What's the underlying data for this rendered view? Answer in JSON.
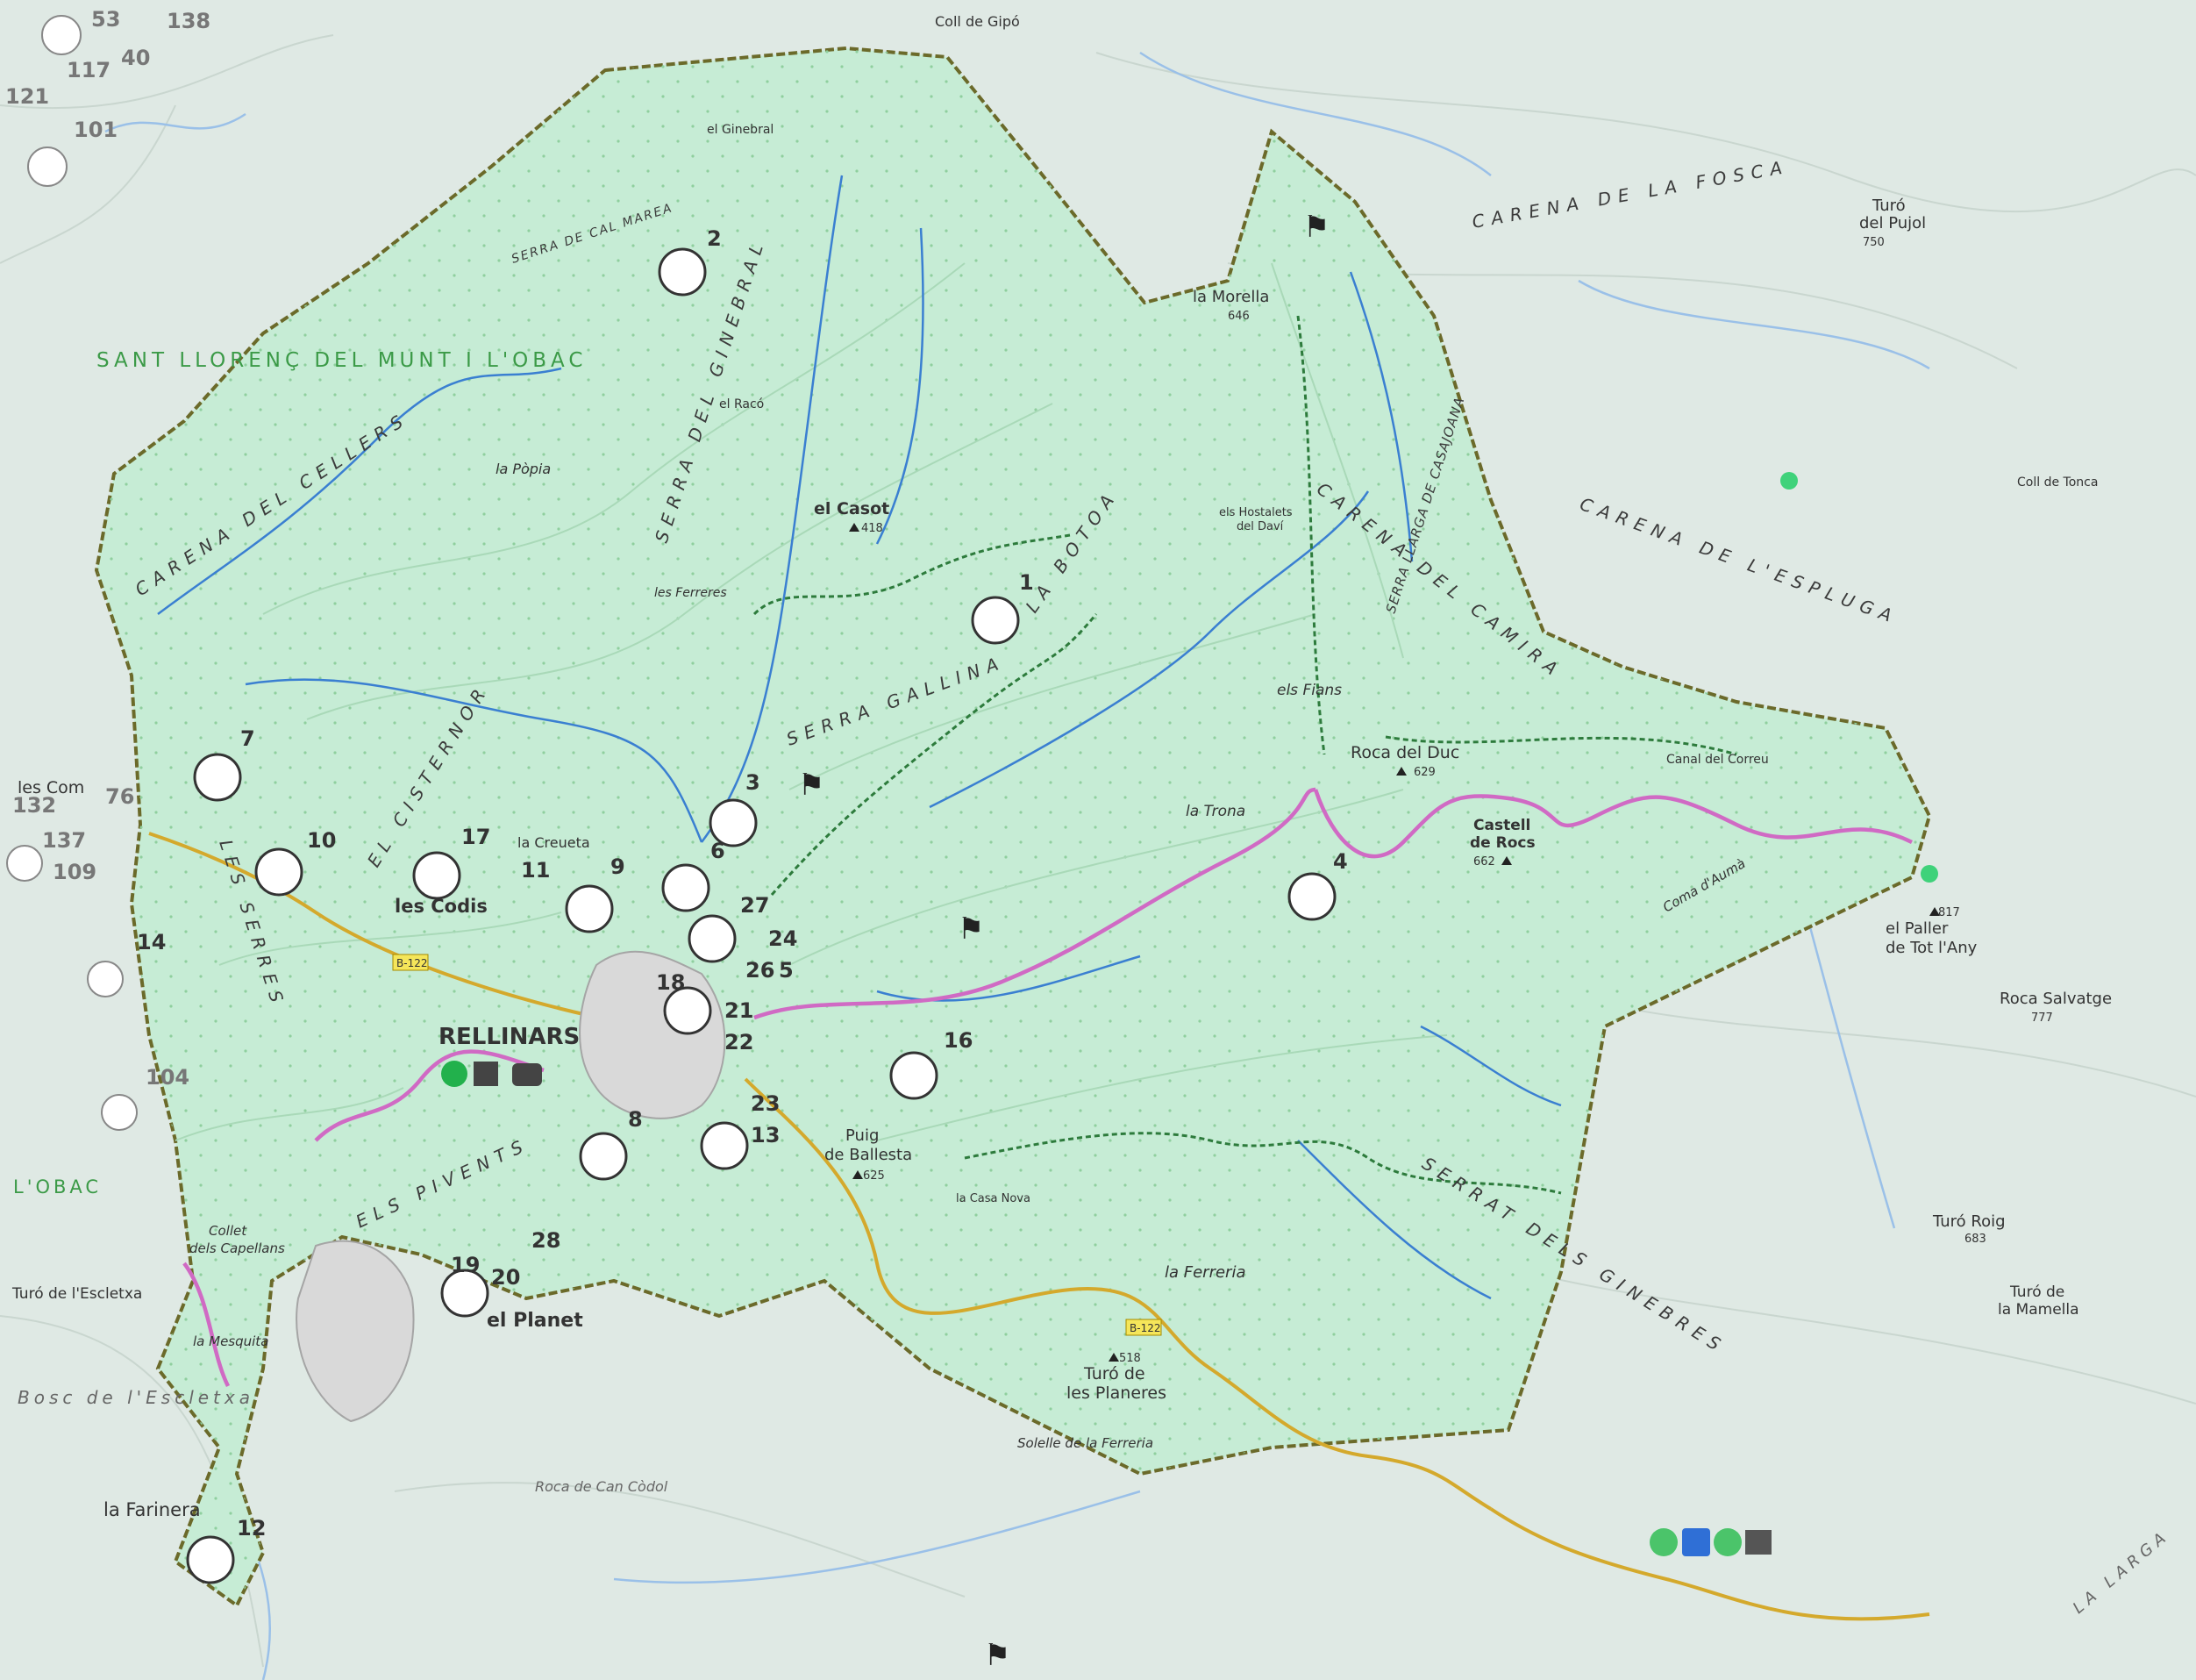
{
  "map": {
    "region_label": "SANT LLORENÇ DEL MUNT I L'OBAC",
    "obac_label": "L'OBAC",
    "town": "RELLINARS",
    "places": {
      "planet": "el Planet",
      "codis": "les Codis",
      "farinera": "la Farinera",
      "casot": "el Casot",
      "casot_elev": "418",
      "morella": "la Morella",
      "morella_elev": "646",
      "roca_duc": "Roca del Duc",
      "roca_duc_elev": "629",
      "castell_1": "Castell",
      "castell_2": "de Rocs",
      "castell_elev": "662",
      "puig_1": "Puig",
      "puig_2": "de Ballesta",
      "puig_elev": "625",
      "turo_1": "Turó de",
      "turo_2": "les Planeres",
      "turo_elev": "518",
      "paller_1": "el Paller",
      "paller_2": "de Tot l'Any",
      "paller_elev": "817",
      "pujol_1": "Turó",
      "pujol_2": "del Pujol",
      "pujol_elev": "750",
      "salvatge": "Roca Salvatge",
      "salvatge_elev": "777",
      "turo_roig": "Turó Roig",
      "turo_roig_elev": "683",
      "mamella_1": "Turó de",
      "mamella_2": "la Mamella",
      "crevta": "la Creueta",
      "ferrerio": "la Ferreria",
      "trona": "la Trona",
      "fians": "els Fians",
      "ferreres": "les Ferreres",
      "capellans_1": "Collet",
      "capellans_2": "dels Capellans",
      "mesquita": "la Mesquita",
      "coll_gipo": "Coll de Gipó",
      "coll_tonca": "Coll de Tonca",
      "canal_correu": "Canal del Correu",
      "casanova": "la Casa Nova",
      "escletxa": "Turó de l'Escletxa",
      "comes": "les Com",
      "ginebral": "el Ginebral",
      "raco": "el Racó",
      "popia": "la Pòpia",
      "hostalets_1": "els Hostalets",
      "hostalets_2": "del Daví",
      "comalt": "Coma d'Aumà",
      "roca_codol": "Roca de Can Còdol",
      "solelle": "Solelle de la Ferreria"
    },
    "ridges": {
      "ginebral": "SERRA DEL GINEBRAL",
      "carena_cellers": "CARENA DEL CELLERS",
      "gallina": "SERRA GALLINA",
      "botoa": "LA BOTOA",
      "cisternor": "EL CISTERNOR",
      "serres": "LES SERRES",
      "pivents": "ELS PIVENTS",
      "carena_camira": "CARENA DEL CAMIRA",
      "serrat": "SERRAT DELS GINEBRES",
      "carena_fosca": "CARENA DE LA FOSCA",
      "carena_espluga": "CARENA DE L'ESPLUGA",
      "casajoana": "SERRA LLARGA DE CASAJOANA",
      "cal_mares": "SERRA DE CAL MAREA",
      "escletxa_ridge": "Bosc de l'Escletxa",
      "larga": "LA LARGA"
    },
    "roads": {
      "b122_a": "B-122",
      "b122_b": "B-122"
    },
    "markers": [
      "1",
      "2",
      "3",
      "4",
      "5",
      "6",
      "7",
      "8",
      "9",
      "10",
      "11",
      "12",
      "13",
      "14",
      "16",
      "17",
      "18",
      "19",
      "20",
      "21",
      "22",
      "23",
      "24",
      "26",
      "27",
      "28"
    ],
    "edge_numbers": [
      "138",
      "117",
      "40",
      "121",
      "101",
      "132",
      "76",
      "137",
      "109",
      "104",
      "53"
    ],
    "legend_icons": [
      "info-e",
      "info-p",
      "info-i",
      "shelter"
    ],
    "colors": {
      "area_fill": "#c6ecd5",
      "outside": "#dfe9e4",
      "boundary": "#6b6a2a",
      "river": "#3a7fd1",
      "trail_pink": "#d06ac4",
      "road_yellow": "#d4a92c",
      "trail_green": "#2d7b3c",
      "label": "#333333",
      "region_label": "#3b9a47"
    }
  }
}
